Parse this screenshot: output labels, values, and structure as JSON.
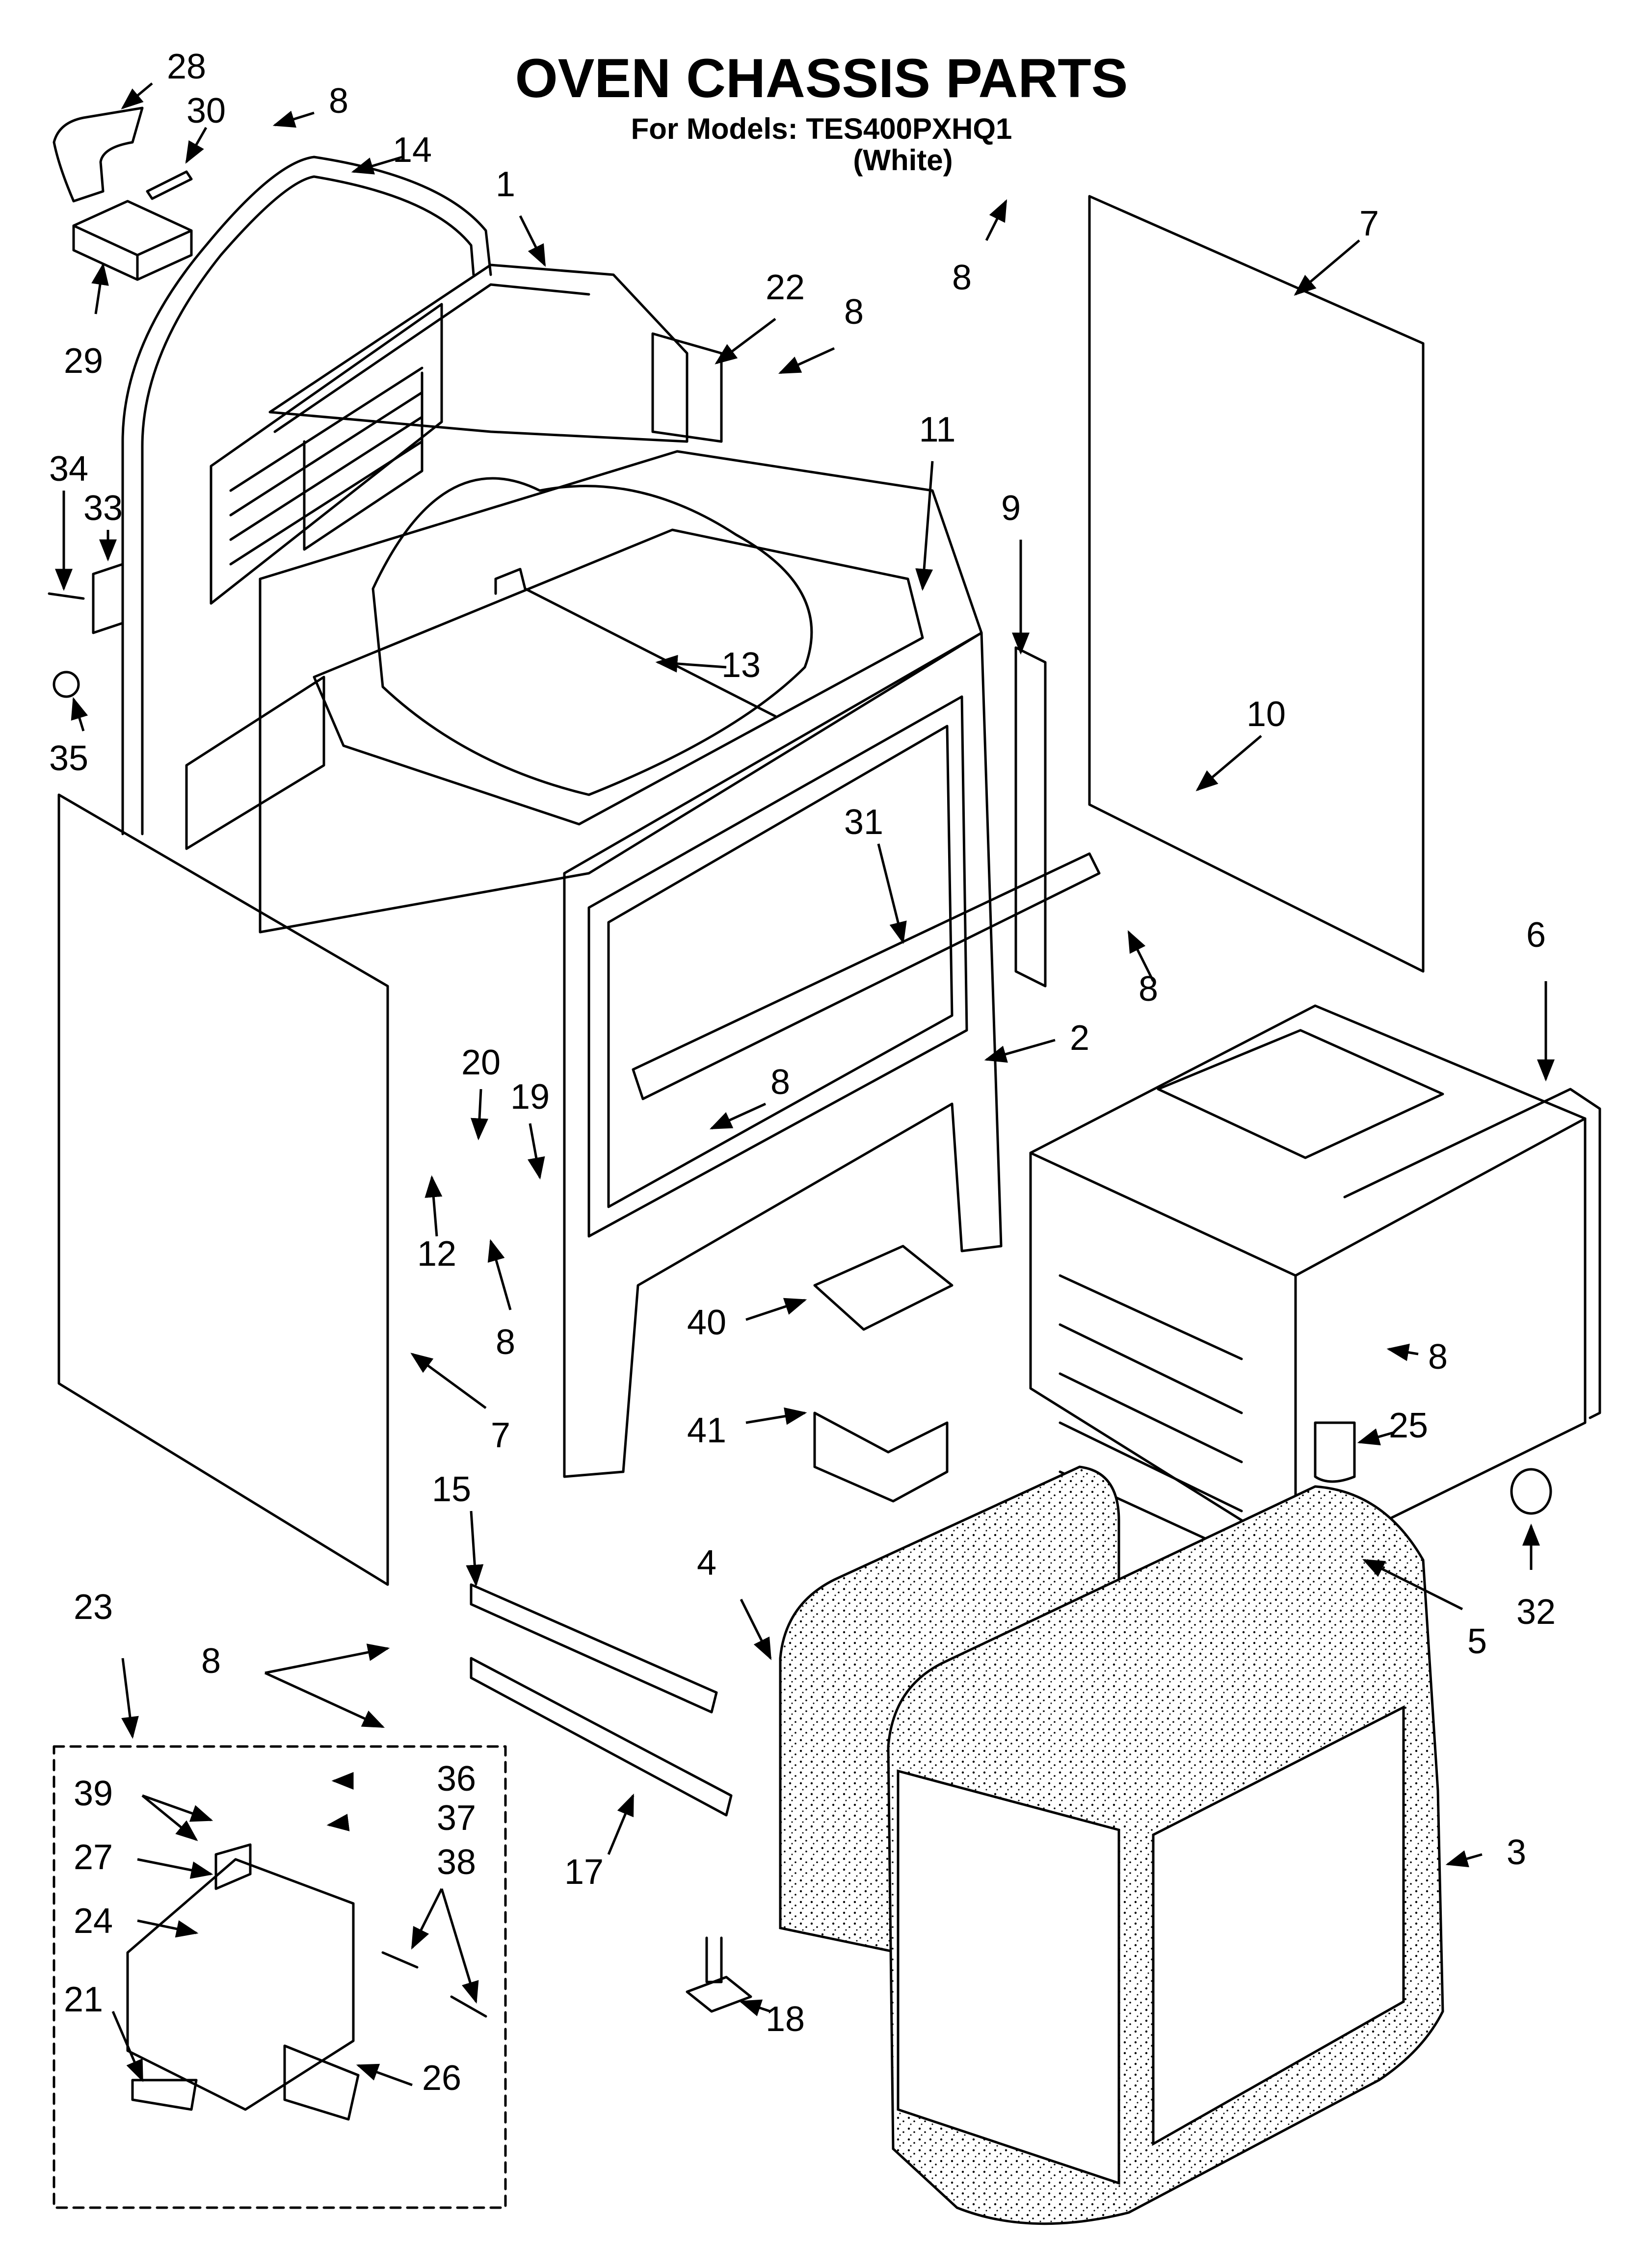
{
  "title": "OVEN CHASSIS PARTS",
  "models": "For Models: TES400PXHQ1",
  "color": "(White)",
  "callouts": [
    {
      "id": "c1",
      "label": "1"
    },
    {
      "id": "c2",
      "label": "2"
    },
    {
      "id": "c3",
      "label": "3"
    },
    {
      "id": "c4",
      "label": "4"
    },
    {
      "id": "c5",
      "label": "5"
    },
    {
      "id": "c6",
      "label": "6"
    },
    {
      "id": "c7a",
      "label": "7"
    },
    {
      "id": "c7b",
      "label": "7"
    },
    {
      "id": "c8a",
      "label": "8"
    },
    {
      "id": "c8b",
      "label": "8"
    },
    {
      "id": "c8c",
      "label": "8"
    },
    {
      "id": "c8d",
      "label": "8"
    },
    {
      "id": "c8e",
      "label": "8"
    },
    {
      "id": "c8f",
      "label": "8"
    },
    {
      "id": "c8g",
      "label": "8"
    },
    {
      "id": "c8h",
      "label": "8"
    },
    {
      "id": "c9",
      "label": "9"
    },
    {
      "id": "c10",
      "label": "10"
    },
    {
      "id": "c11",
      "label": "11"
    },
    {
      "id": "c12",
      "label": "12"
    },
    {
      "id": "c13",
      "label": "13"
    },
    {
      "id": "c14",
      "label": "14"
    },
    {
      "id": "c15",
      "label": "15"
    },
    {
      "id": "c17",
      "label": "17"
    },
    {
      "id": "c18",
      "label": "18"
    },
    {
      "id": "c19",
      "label": "19"
    },
    {
      "id": "c20",
      "label": "20"
    },
    {
      "id": "c21",
      "label": "21"
    },
    {
      "id": "c22",
      "label": "22"
    },
    {
      "id": "c23",
      "label": "23"
    },
    {
      "id": "c24",
      "label": "24"
    },
    {
      "id": "c25",
      "label": "25"
    },
    {
      "id": "c26",
      "label": "26"
    },
    {
      "id": "c27",
      "label": "27"
    },
    {
      "id": "c28",
      "label": "28"
    },
    {
      "id": "c29",
      "label": "29"
    },
    {
      "id": "c30",
      "label": "30"
    },
    {
      "id": "c31",
      "label": "31"
    },
    {
      "id": "c32",
      "label": "32"
    },
    {
      "id": "c33",
      "label": "33"
    },
    {
      "id": "c34",
      "label": "34"
    },
    {
      "id": "c35",
      "label": "35"
    },
    {
      "id": "c36",
      "label": "36"
    },
    {
      "id": "c37",
      "label": "37"
    },
    {
      "id": "c38",
      "label": "38"
    },
    {
      "id": "c39",
      "label": "39"
    },
    {
      "id": "c40",
      "label": "40"
    },
    {
      "id": "c41",
      "label": "41"
    }
  ]
}
